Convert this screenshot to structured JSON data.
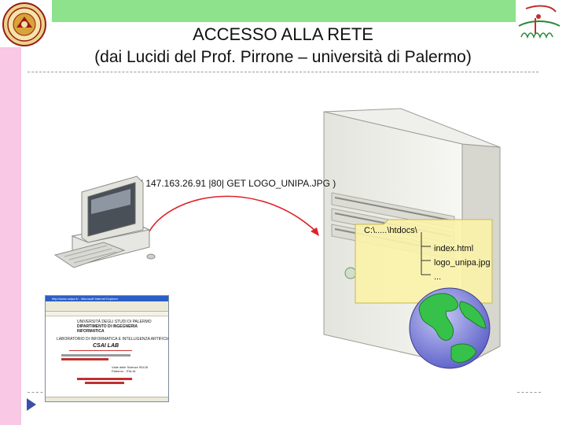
{
  "slide": {
    "title_line1": "ACCESSO ALLA RETE",
    "title_line2": "(dai Lucidi del Prof. Pirrone – università di Palermo)"
  },
  "diagram": {
    "request_label": "( 147.163.26.91 |80| GET LOGO_UNIPA.JPG )",
    "folder_path": "C:\\.....\\htdocs\\",
    "files": [
      "index.html",
      "logo_unipa.jpg",
      "..."
    ]
  },
  "browser": {
    "window_title": "http://www.unipa.it/ - Microsoft Internet Explorer",
    "university": "UNIVERSITÀ DEGLI STUDI DI PALERMO",
    "department_line1": "DIPARTIMENTO DI INGEGNERIA",
    "department_line2": "INFORMATICA",
    "lab_line": "LABORATORIO DI INFORMATICA E INTELLIGENZA ARTIFICIALE",
    "lab_name": "CSAI LAB",
    "address": "Viale delle Scienze 90128 Palermo - ITALIA"
  },
  "colors": {
    "accent_green": "#8ee28c",
    "side_pink": "#f8c8e4",
    "arrow_red": "#e0202a",
    "folder_yellow": "#fbf3a8",
    "nav_arrow": "#3a4fa8"
  }
}
